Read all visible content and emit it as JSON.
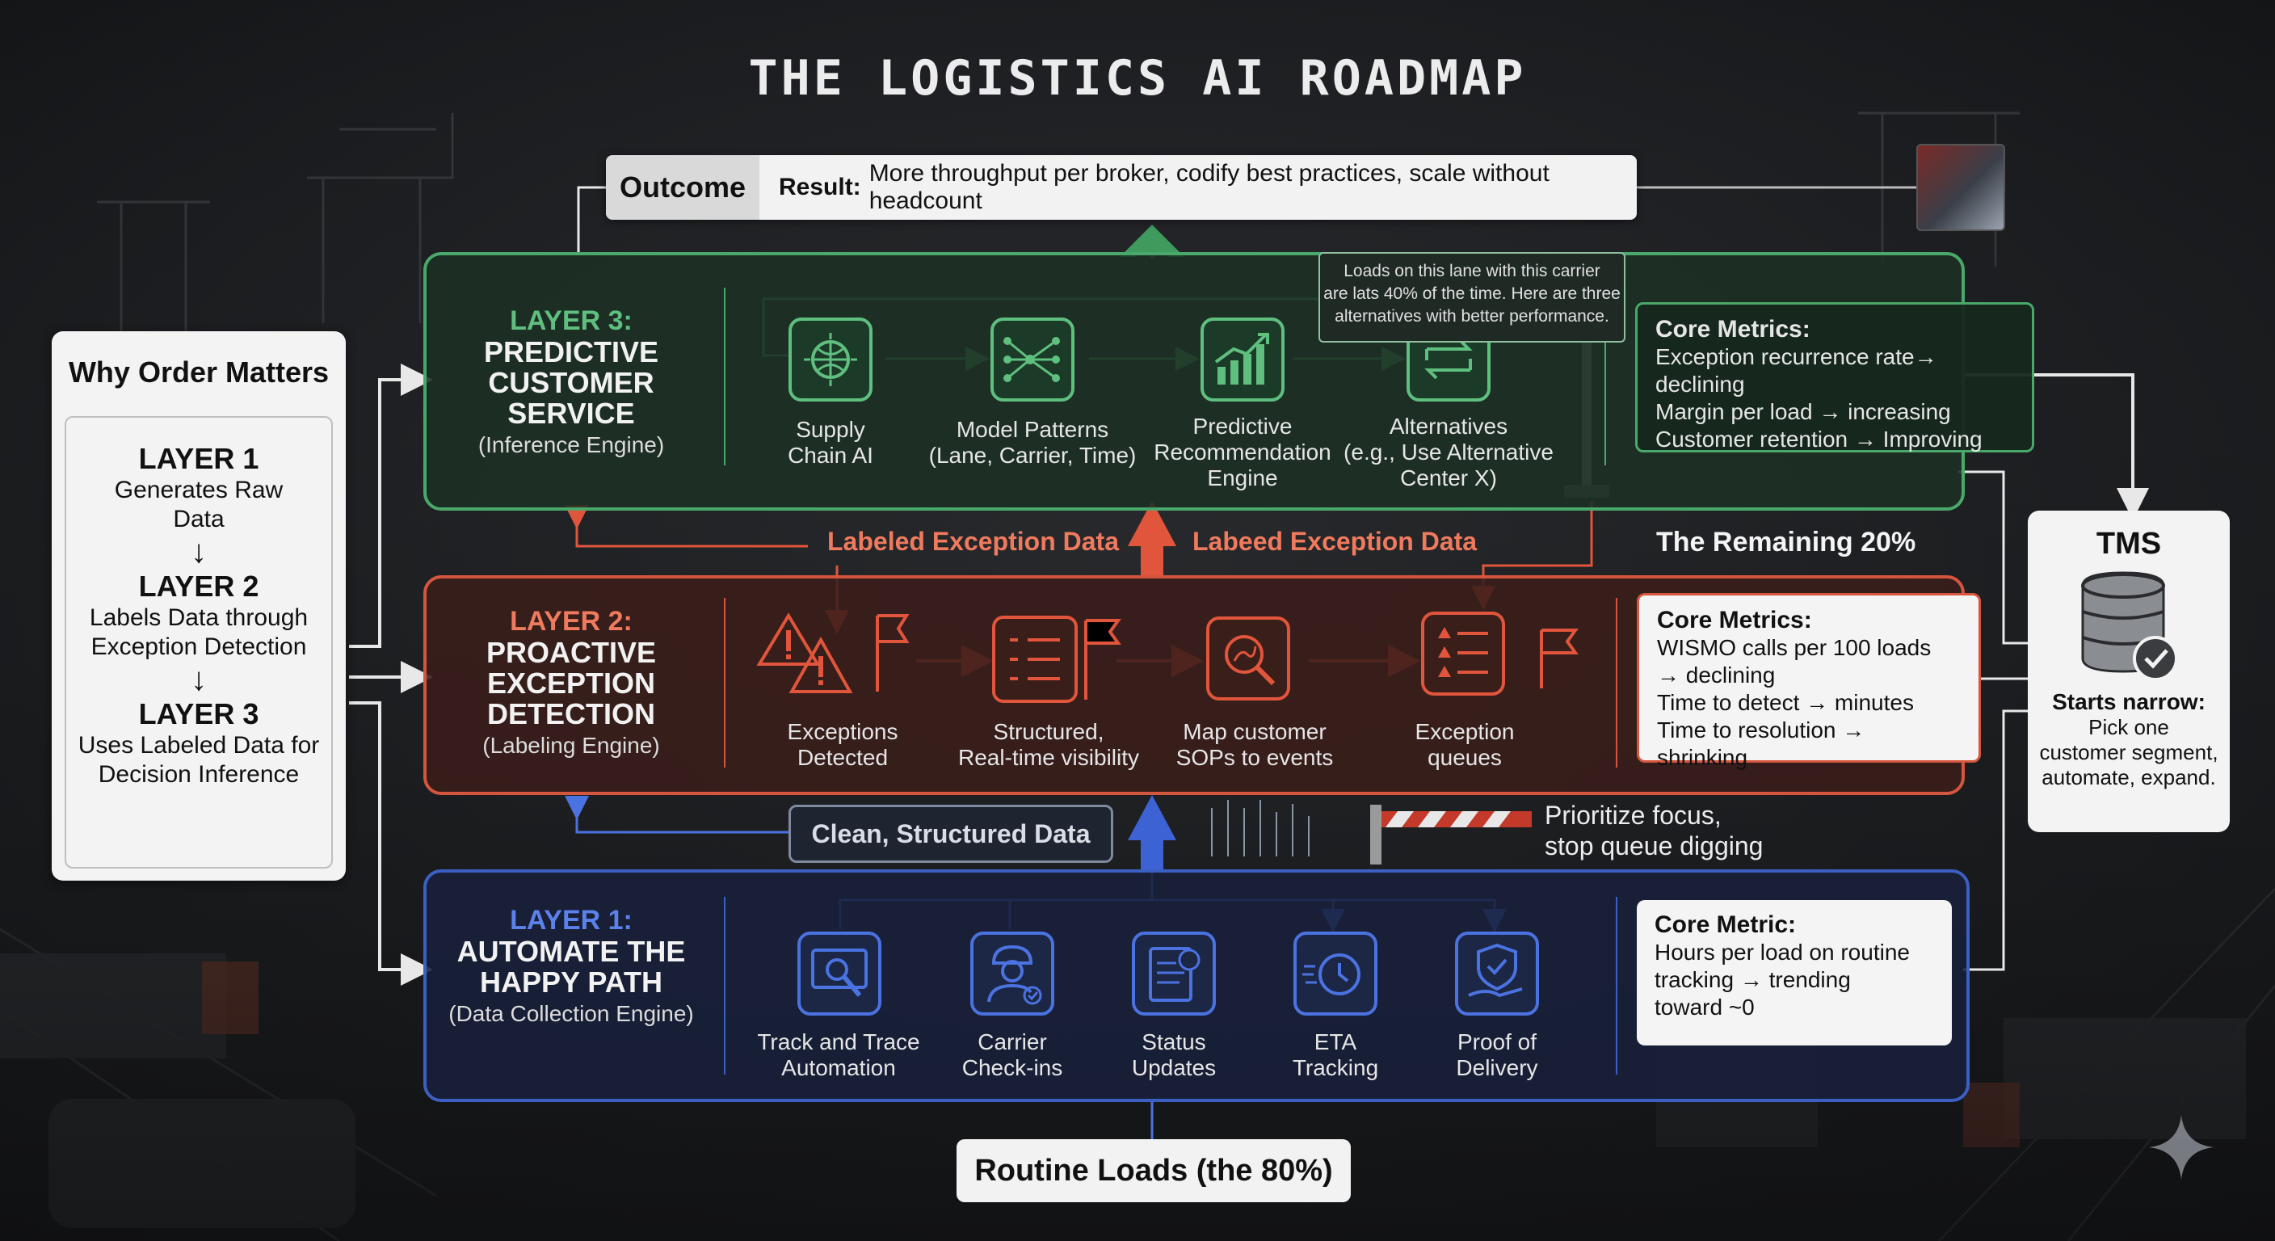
{
  "title": "THE LOGISTICS AI ROADMAP",
  "outcome": {
    "label": "Outcome",
    "result_label": "Result:",
    "result_text": "More throughput per broker, codify best practices, scale without headcount"
  },
  "why": {
    "heading": "Why Order Matters",
    "items": [
      {
        "layer": "LAYER 1",
        "desc_lines": [
          "Generates Raw",
          "Data"
        ]
      },
      {
        "layer": "LAYER 2",
        "desc_lines": [
          "Labels Data through",
          "Exception Detection"
        ]
      },
      {
        "layer": "LAYER 3",
        "desc_lines": [
          "Uses Labeled Data for",
          "Decision Inference"
        ]
      }
    ]
  },
  "layer3": {
    "number": "LAYER 3:",
    "title_lines": [
      "PREDICTIVE",
      "CUSTOMER",
      "SERVICE"
    ],
    "subtitle": "(Inference Engine)",
    "nodes": [
      {
        "icon": "globe-chip-icon",
        "lines": [
          "Supply",
          "Chain AI"
        ]
      },
      {
        "icon": "network-pattern-icon",
        "lines": [
          "Model Patterns",
          "(Lane, Carrier, Time)"
        ]
      },
      {
        "icon": "growth-chart-icon",
        "lines": [
          "Predictive",
          "Recommendation",
          "Engine"
        ]
      },
      {
        "icon": "swap-arrows-icon",
        "lines": [
          "Alternatives",
          "(e.g., Use Alternative",
          "Center X)"
        ]
      }
    ],
    "tooltip_lines": [
      "Loads on this lane with this carrier",
      "are lats 40% of the time. Here are three",
      "alternatives with better performance."
    ],
    "metrics": {
      "title": "Core Metrics:",
      "lines": [
        "Exception recurrence rate→ declining",
        "Margin per load → increasing",
        "Customer retention → Improving"
      ]
    }
  },
  "flows": {
    "labeled_left": "Labeled Exception Data",
    "labeled_right": "Labeed Exception Data",
    "remaining": "The Remaining 20%",
    "clean": "Clean, Structured Data",
    "prioritize_lines": [
      "Prioritize focus,",
      "stop queue digging"
    ]
  },
  "layer2": {
    "number": "LAYER 2:",
    "title_lines": [
      "PROACTIVE",
      "EXCEPTION",
      "DETECTION"
    ],
    "subtitle": "(Labeling Engine)",
    "nodes": [
      {
        "icon": "warning-icon",
        "lines": [
          "Exceptions",
          "Detected"
        ]
      },
      {
        "icon": "checklist-icon",
        "lines": [
          "Structured,",
          "Real-time visibility"
        ]
      },
      {
        "icon": "magnifier-route-icon",
        "lines": [
          "Map customer",
          "SOPs to events"
        ]
      },
      {
        "icon": "queue-list-icon",
        "lines": [
          "Exception",
          "queues"
        ]
      }
    ],
    "metrics": {
      "title": "Core Metrics:",
      "lines": [
        "WISMO calls per 100 loads",
        "→ declining",
        "Time to detect → minutes",
        "Time to resolution → shrinking"
      ]
    }
  },
  "layer1": {
    "number": "LAYER 1:",
    "title_lines": [
      "AUTOMATE THE",
      "HAPPY PATH"
    ],
    "subtitle": "(Data Collection Engine)",
    "nodes": [
      {
        "icon": "track-trace-icon",
        "lines": [
          "Track and Trace",
          "Automation"
        ]
      },
      {
        "icon": "carrier-worker-icon",
        "lines": [
          "Carrier",
          "Check-ins"
        ]
      },
      {
        "icon": "status-document-icon",
        "lines": [
          "Status",
          "Updates"
        ]
      },
      {
        "icon": "eta-clock-icon",
        "lines": [
          "ETA",
          "Tracking"
        ]
      },
      {
        "icon": "proof-delivery-icon",
        "lines": [
          "Proof of",
          "Delivery"
        ]
      }
    ],
    "metrics": {
      "title": "Core Metric:",
      "lines": [
        "Hours per load on routine",
        "tracking → trending",
        "toward ~0"
      ]
    }
  },
  "routine": "Routine Loads (the 80%)",
  "tms": {
    "title": "TMS",
    "starts": "Starts narrow:",
    "desc_lines": [
      "Pick one",
      "customer segment,",
      "automate, expand."
    ]
  },
  "colors": {
    "green": "#4aa86a",
    "orange": "#d4563e",
    "blue": "#3c5fc4"
  }
}
